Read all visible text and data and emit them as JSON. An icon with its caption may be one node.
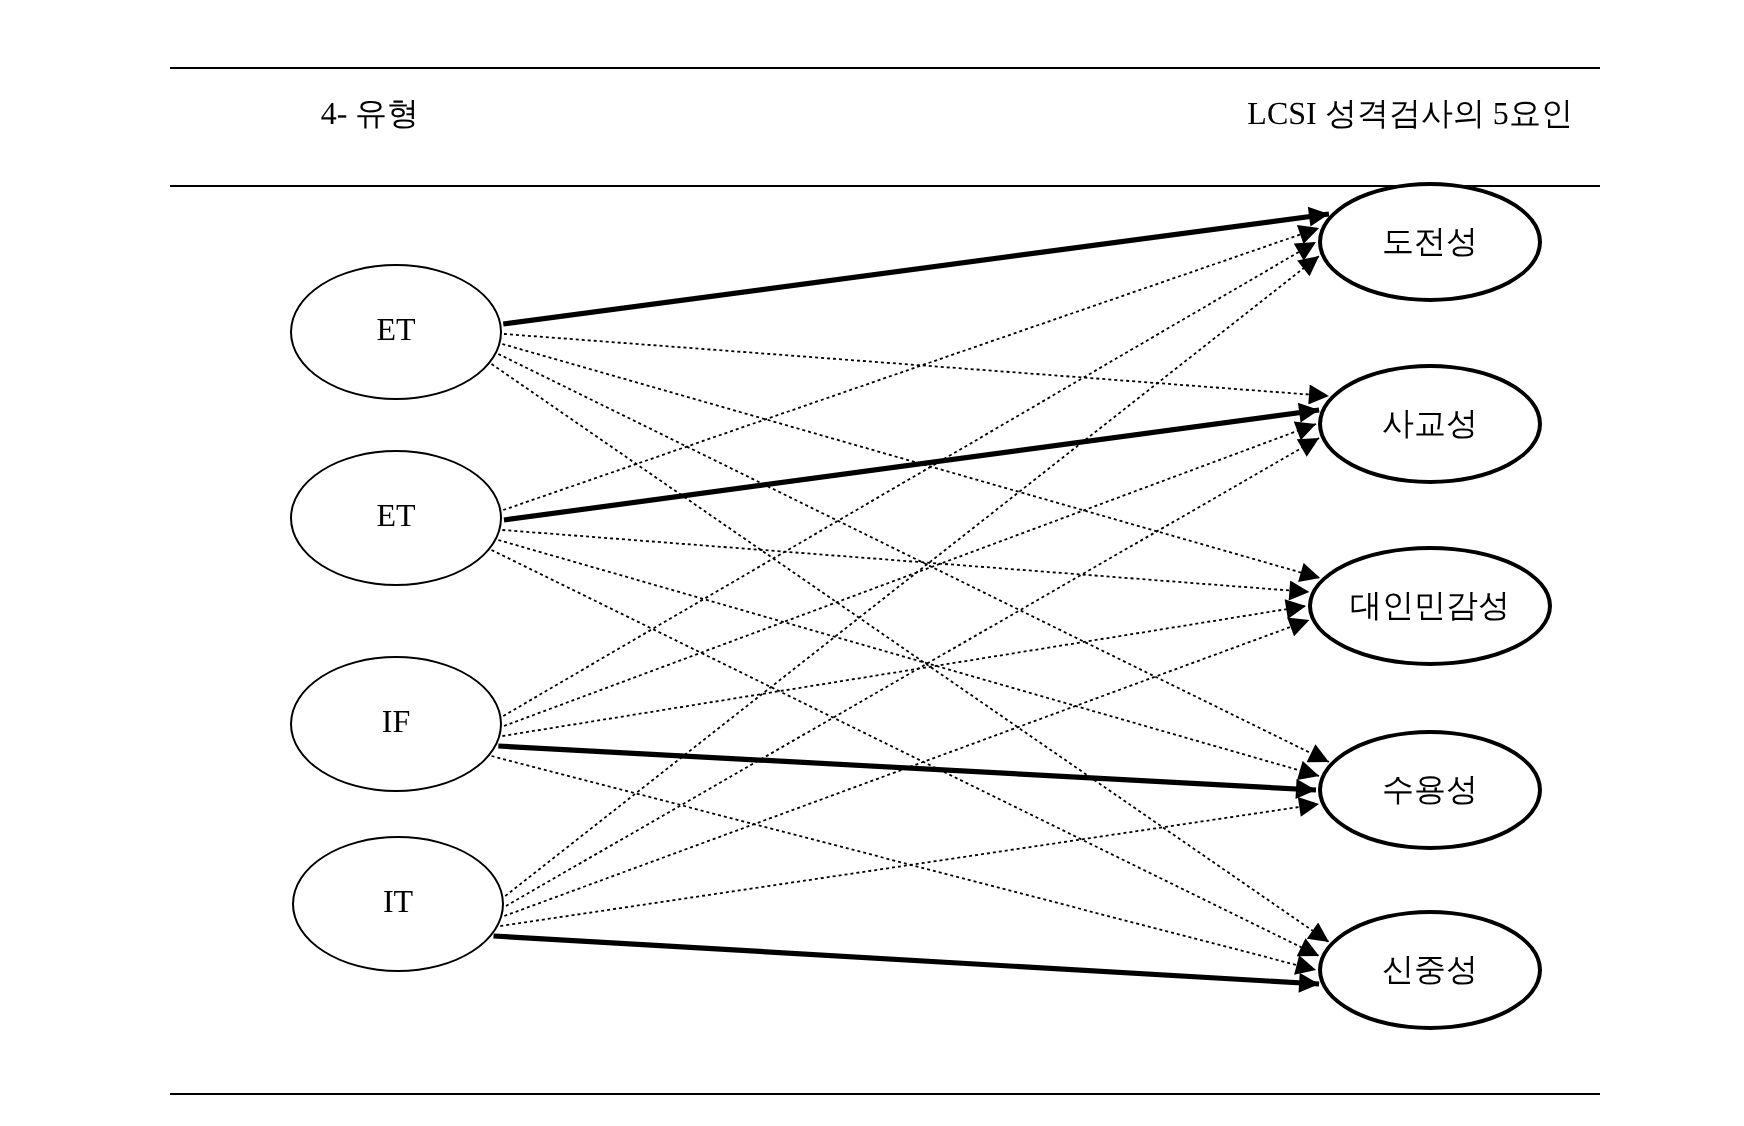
{
  "diagram": {
    "nodes": [
      {
        "text": [
          "ET"
        ]
      },
      {
        "text": [
          "ET"
        ]
      },
      {
        "text": [
          "IF"
        ]
      },
      {
        "text": [
          "IT"
        ]
      },
      {
        "text": [
          "도전성"
        ]
      },
      {
        "text": [
          "사교성"
        ]
      },
      {
        "text": [
          "대인민감성"
        ]
      },
      {
        "text": [
          "수용성"
        ]
      },
      {
        "text": [
          "신중성"
        ]
      }
    ],
    "edges": [
      {
        "from": 0,
        "to": 4,
        "arrow": "to",
        "style": "thick"
      },
      {
        "from": 0,
        "to": 5,
        "arrow": "to",
        "style": "dashed"
      },
      {
        "from": 0,
        "to": 6,
        "arrow": "to",
        "style": "dashed"
      },
      {
        "from": 0,
        "to": 7,
        "arrow": "to",
        "style": "dashed"
      },
      {
        "from": 0,
        "to": 8,
        "arrow": "to",
        "style": "dashed"
      },
      {
        "from": 1,
        "to": 4,
        "arrow": "to",
        "style": "dashed"
      },
      {
        "from": 1,
        "to": 5,
        "arrow": "to",
        "style": "thick"
      },
      {
        "from": 1,
        "to": 6,
        "arrow": "to",
        "style": "dashed"
      },
      {
        "from": 1,
        "to": 7,
        "arrow": "to",
        "style": "dashed"
      },
      {
        "from": 1,
        "to": 8,
        "arrow": "to",
        "style": "dashed"
      },
      {
        "from": 2,
        "to": 4,
        "arrow": "to",
        "style": "dashed"
      },
      {
        "from": 2,
        "to": 5,
        "arrow": "to",
        "style": "dashed"
      },
      {
        "from": 2,
        "to": 6,
        "arrow": "to",
        "style": "dashed"
      },
      {
        "from": 2,
        "to": 7,
        "arrow": "to",
        "style": "thick"
      },
      {
        "from": 2,
        "to": 8,
        "arrow": "to",
        "style": "dashed"
      },
      {
        "from": 3,
        "to": 4,
        "arrow": "to",
        "style": "dashed"
      },
      {
        "from": 3,
        "to": 5,
        "arrow": "to",
        "style": "dashed"
      },
      {
        "from": 3,
        "to": 6,
        "arrow": "to",
        "style": "dashed"
      },
      {
        "from": 3,
        "to": 7,
        "arrow": "to",
        "style": "dashed"
      },
      {
        "from": 3,
        "to": 8,
        "arrow": "to",
        "style": "thick"
      }
    ],
    "labels": [
      "4- 유형",
      "LCSI 성격검사의 5요인"
    ]
  }
}
